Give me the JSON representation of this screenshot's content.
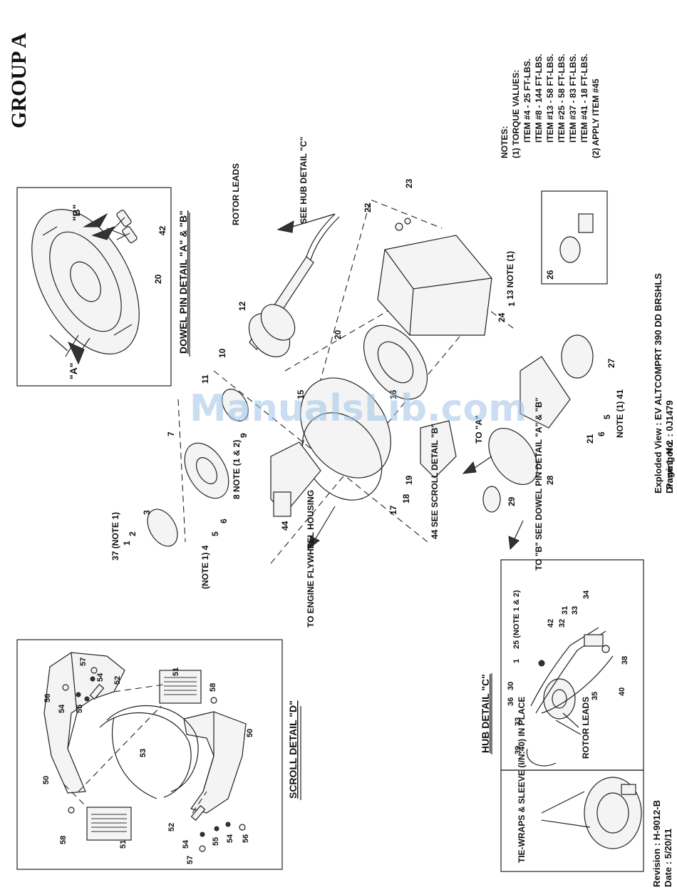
{
  "header": {
    "group": "GROUP A"
  },
  "title_block": {
    "view": "Exploded View : EV ALTCOMPRT 390 DD BRSHLS",
    "drawing_no": "Drawing No. : 0J1479",
    "revision": "Revision : H-9012-B",
    "date": "Date : 5/20/11",
    "page": "Page 1 of 2"
  },
  "notes": {
    "heading": "NOTES:",
    "lines": [
      "(1) TORQUE VALUES:",
      "ITEM #4 - 25 FT-LBS.",
      "ITEM #8 - 144 FT-LBS.",
      "ITEM #13 - 58 FT-LBS.",
      "ITEM #25 - 58 FT-LBS.",
      "ITEM #37 - 83 FT-LBS.",
      "ITEM #41 - 18 FT-LBS.",
      "(2) APPLY ITEM #45"
    ]
  },
  "details": {
    "dowel": {
      "title": "DOWEL PIN DETAIL \"A\" & \"B\"",
      "labels": [
        "\"B\"",
        "42",
        "20",
        "\"A\""
      ]
    },
    "scroll": {
      "title": "SCROLL DETAIL \"D\"",
      "labels": [
        "56",
        "54",
        "57",
        "55",
        "52",
        "54",
        "50",
        "51",
        "58",
        "53",
        "50",
        "58",
        "51",
        "52",
        "54",
        "55",
        "54",
        "56",
        "57"
      ]
    },
    "hub": {
      "title": "HUB DETAIL \"C\"",
      "labels": [
        "25 (NOTE 1 & 2)",
        "1",
        "42",
        "31",
        "33",
        "34",
        "32",
        "30",
        "36",
        "33",
        "39",
        "35",
        "38",
        "40"
      ],
      "rotor_leads": "ROTOR LEADS"
    },
    "tie": {
      "text": "TIE-WRAPS & SLEEVE (I/N:40) IN PLACE"
    }
  },
  "callouts": {
    "rotor_leads": "ROTOR LEADS",
    "see_hub": "SEE HUB DETAIL \"C\"",
    "to_engine": "TO ENGINE FLYWHEEL HOUSING",
    "to_a": "TO \"A\"",
    "to_b": "TO \"B\" SEE DOWEL PIN DETAIL \"A\" & \"B\"",
    "see_scroll": "44 SEE SCROLL DETAIL \"B\"",
    "note_8": "8 NOTE (1 & 2)",
    "note_37": "37 (NOTE 1)",
    "note_4": "(NOTE 1) 4",
    "note_13": "13 NOTE (1)",
    "note_41": "NOTE (1) 41"
  },
  "part_numbers": [
    "1",
    "2",
    "3",
    "5",
    "6",
    "7",
    "9",
    "10",
    "11",
    "12",
    "15",
    "16",
    "17",
    "18",
    "19",
    "20",
    "21",
    "22",
    "23",
    "24",
    "26",
    "27",
    "28",
    "29",
    "44",
    "5",
    "6",
    "1"
  ],
  "watermark": "ManualsLib.com"
}
